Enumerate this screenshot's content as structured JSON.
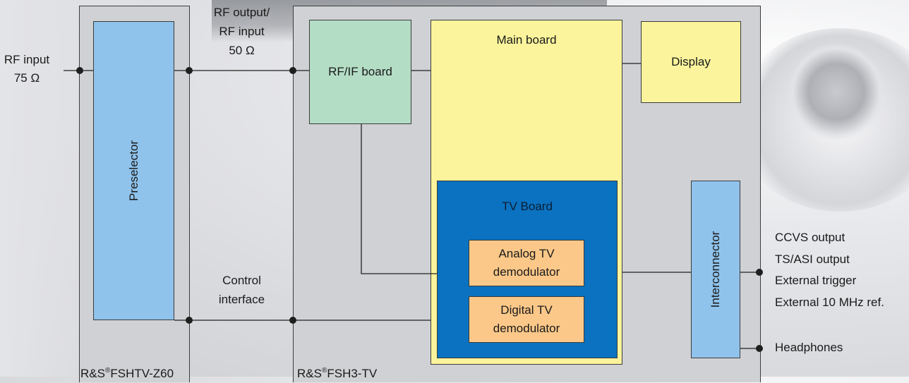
{
  "inputs": {
    "rf_input": "RF input",
    "rf_input_impedance": "75 Ω"
  },
  "link_labels": {
    "rf_output": "RF output/",
    "rf_input": "RF input",
    "impedance": "50 Ω",
    "control": "Control",
    "interface": "interface"
  },
  "accessory": {
    "name_prefix": "R&S",
    "name_reg": "®",
    "name_suffix": "FSHTV-Z60",
    "preselector": "Preselector"
  },
  "instrument": {
    "name_prefix": "R&S",
    "name_reg": "®",
    "name_suffix": "FSH3-TV",
    "rf_if_board": "RF/IF board",
    "main_board": "Main board",
    "display": "Display",
    "tv_board": "TV Board",
    "analog_line1": "Analog TV",
    "analog_line2": "demodulator",
    "digital_line1": "Digital TV",
    "digital_line2": "demodulator",
    "interconnector": "Interconnector"
  },
  "outputs": [
    "CCVS output",
    "TS/ASI output",
    "External trigger",
    "External 10 MHz ref.",
    "Headphones"
  ],
  "colors": {
    "enclosure": "#cfd1d4",
    "preselector": "#8fc3ec",
    "rf_if_board": "#b4ddc5",
    "main_board": "#fbf49c",
    "tv_board": "#0a72c0",
    "demodulator": "#fbc889"
  }
}
